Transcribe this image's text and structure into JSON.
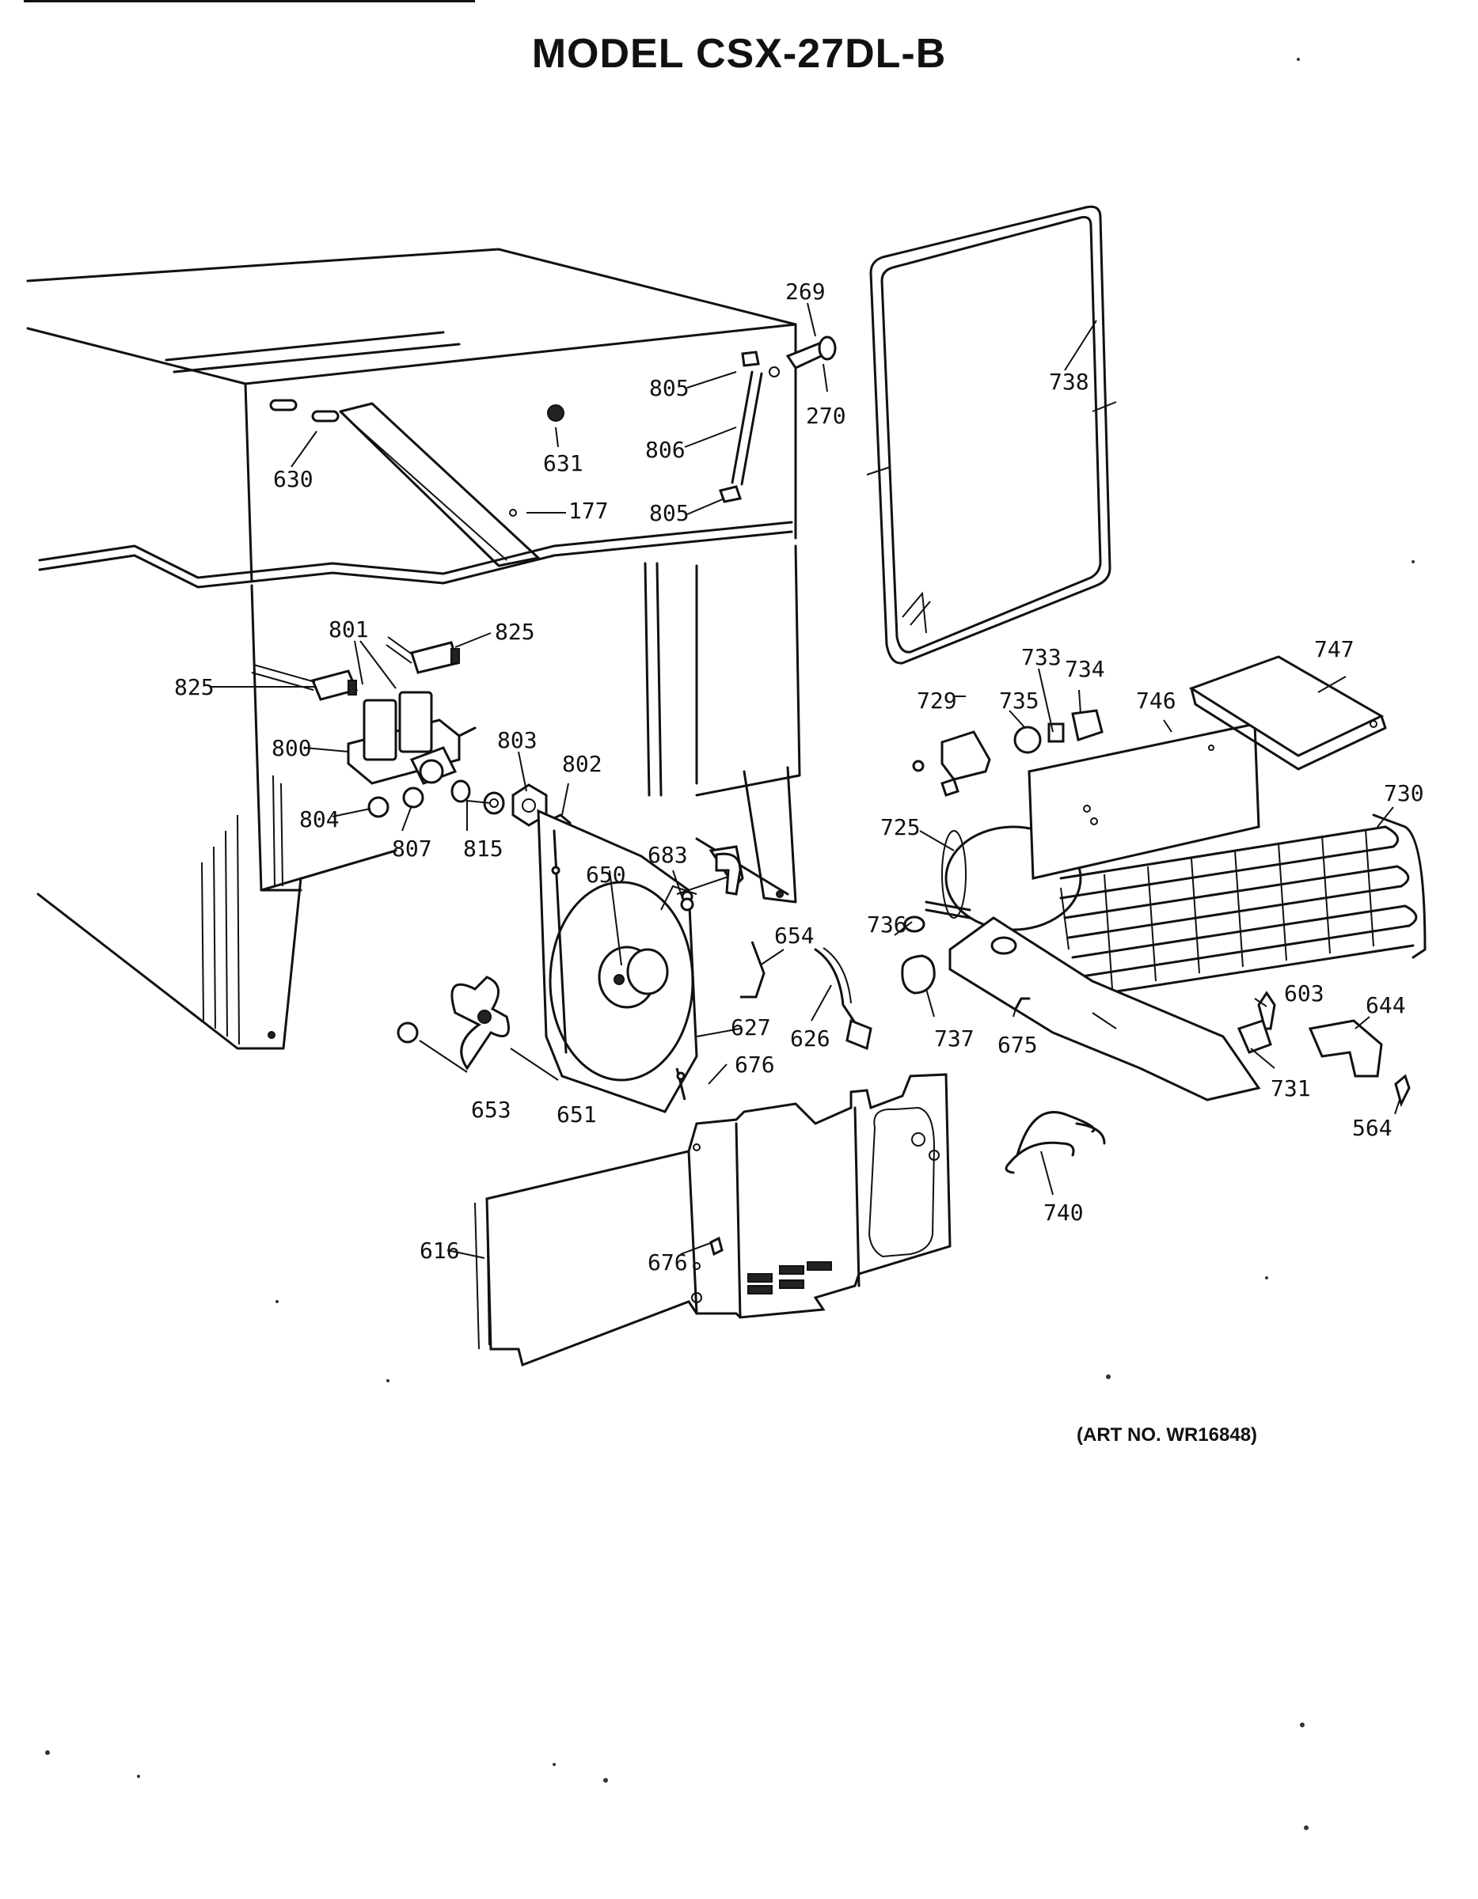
{
  "title": "MODEL CSX-27DL-B",
  "art_number": "(ART NO. WR16848)",
  "labels": {
    "l269": "269",
    "l270": "270",
    "l805a": "805",
    "l805b": "805",
    "l806": "806",
    "l630": "630",
    "l631": "631",
    "l177": "177",
    "l738": "738",
    "l801": "801",
    "l825a": "825",
    "l825b": "825",
    "l800": "800",
    "l803": "803",
    "l802": "802",
    "l804": "804",
    "l807": "807",
    "l815": "815",
    "l733": "733",
    "l734": "734",
    "l747": "747",
    "l729": "729",
    "l735": "735",
    "l746": "746",
    "l730": "730",
    "l725": "725",
    "l650": "650",
    "l683": "683",
    "l654": "654",
    "l736": "736",
    "l627": "627",
    "l626": "626",
    "l737": "737",
    "l675": "675",
    "l603": "603",
    "l644": "644",
    "l676a": "676",
    "l731": "731",
    "l564": "564",
    "l653": "653",
    "l651": "651",
    "l740": "740",
    "l616": "616",
    "l676b": "676"
  }
}
